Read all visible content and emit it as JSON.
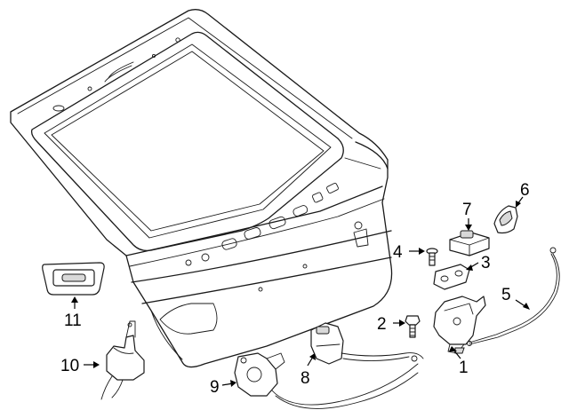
{
  "callouts": [
    {
      "id": "1",
      "label": "1"
    },
    {
      "id": "2",
      "label": "2"
    },
    {
      "id": "3",
      "label": "3"
    },
    {
      "id": "4",
      "label": "4"
    },
    {
      "id": "5",
      "label": "5"
    },
    {
      "id": "6",
      "label": "6"
    },
    {
      "id": "7",
      "label": "7"
    },
    {
      "id": "8",
      "label": "8"
    },
    {
      "id": "9",
      "label": "9"
    },
    {
      "id": "10",
      "label": "10"
    },
    {
      "id": "11",
      "label": "11"
    }
  ],
  "colors": {
    "ink": "#1a1a1a",
    "background": "#ffffff"
  }
}
